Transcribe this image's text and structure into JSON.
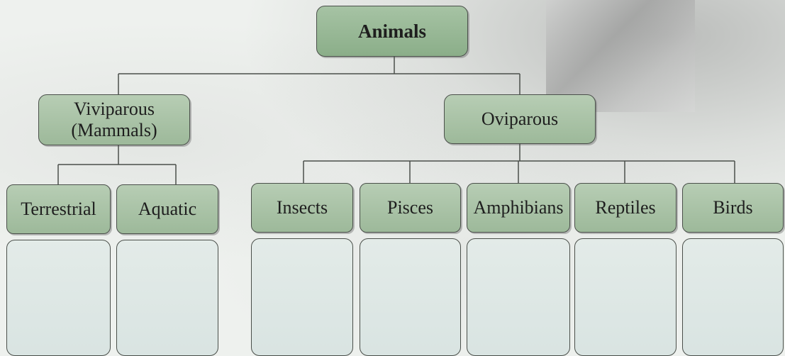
{
  "root": {
    "label": "Animals"
  },
  "branches": [
    {
      "label": "Viviparous (Mammals)",
      "label_line1": "Viviparous",
      "label_line2": "(Mammals)",
      "children": [
        "Terrestrial",
        "Aquatic"
      ]
    },
    {
      "label": "Oviparous",
      "children": [
        "Insects",
        "Pisces",
        "Amphibians",
        "Reptiles",
        "Birds"
      ]
    }
  ],
  "colors": {
    "node_fill": "#9db99a",
    "root_fill": "#8bae89",
    "answer_box_fill": "#dce6e3",
    "line": "#4a4f4a"
  }
}
